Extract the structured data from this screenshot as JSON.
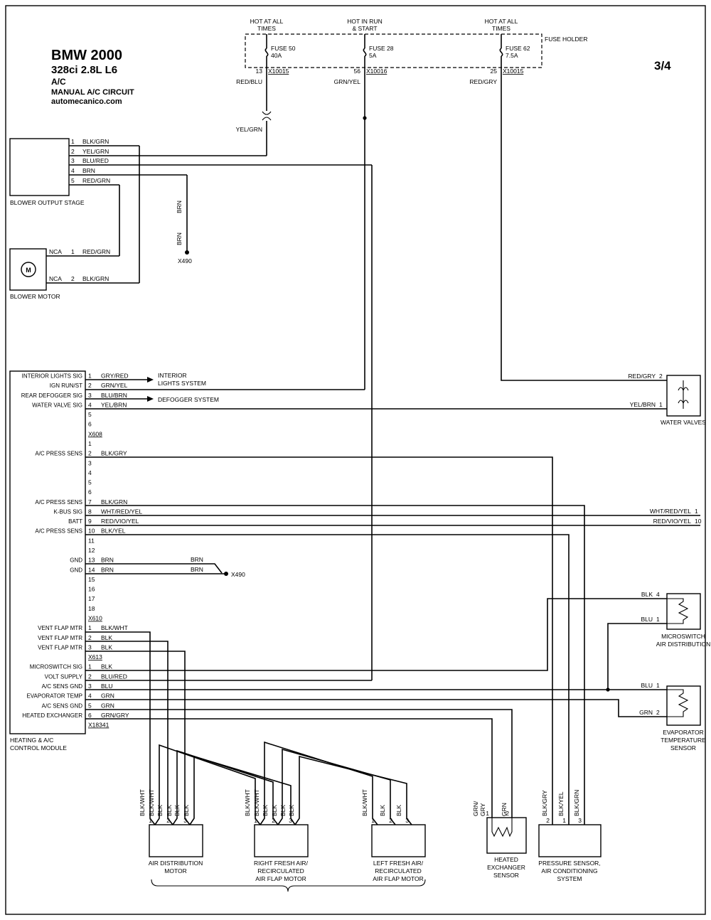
{
  "header": {
    "title": "BMW 2000",
    "engine": "328ci 2.8L L6",
    "system": "A/C",
    "circuit": "MANUAL A/C CIRCUIT",
    "site": "automecanico.com",
    "page": "3/4"
  },
  "power": {
    "fuse_holder": "FUSE HOLDER",
    "yel_grn": "YEL/GRN",
    "sources": [
      {
        "hot1": "HOT AT ALL",
        "hot2": "TIMES",
        "fuse": "FUSE 50",
        "amps": "40A",
        "pin": "13",
        "connector": "X10015",
        "wire": "RED/BLU"
      },
      {
        "hot1": "HOT IN RUN",
        "hot2": "& START",
        "fuse": "FUSE 28",
        "amps": "5A",
        "pin": "56",
        "connector": "X10016",
        "wire": "GRN/YEL"
      },
      {
        "hot1": "HOT AT ALL",
        "hot2": "TIMES",
        "fuse": "FUSE 62",
        "amps": "7.5A",
        "pin": "25",
        "connector": "X10015",
        "wire": "RED/GRY"
      }
    ]
  },
  "blower_output_stage": {
    "label": "BLOWER OUTPUT STAGE",
    "pins": [
      {
        "num": "1",
        "color": "BLK/GRN"
      },
      {
        "num": "2",
        "color": "YEL/GRN"
      },
      {
        "num": "3",
        "color": "BLU/RED"
      },
      {
        "num": "4",
        "color": "BRN"
      },
      {
        "num": "5",
        "color": "RED/GRN"
      }
    ]
  },
  "blower_motor": {
    "label": "BLOWER MOTOR",
    "symbol": "M",
    "pins": [
      {
        "nca": "NCA",
        "num": "1",
        "color": "RED/GRN"
      },
      {
        "nca": "NCA",
        "num": "2",
        "color": "BLK/GRN"
      }
    ]
  },
  "grounds": {
    "brn_vertical_1": "BRN",
    "brn_vertical_2": "BRN",
    "x490_left": "X490",
    "gnd_brn_13": "BRN",
    "gnd_brn_14": "BRN",
    "x490_module": "X490"
  },
  "systems": {
    "interior1": "INTERIOR",
    "interior2": "LIGHTS SYSTEM",
    "defogger": "DEFOGGER SYSTEM"
  },
  "control_module": {
    "label1": "HEATING & A/C",
    "label2": "CONTROL MODULE",
    "rows": [
      {
        "sig": "INTERIOR LIGHTS SIG",
        "num": "1",
        "color": "GRY/RED"
      },
      {
        "sig": "IGN RUN/ST",
        "num": "2",
        "color": "GRN/YEL"
      },
      {
        "sig": "REAR DEFOGGER SIG",
        "num": "3",
        "color": "BLU/BRN"
      },
      {
        "sig": "WATER VALVE SIG",
        "num": "4",
        "color": "YEL/BRN"
      },
      {
        "num": "5"
      },
      {
        "num": "6"
      },
      {
        "conn": "X608"
      },
      {
        "num": "1"
      },
      {
        "sig": "A/C PRESS SENS",
        "num": "2",
        "color": "BLK/GRY"
      },
      {
        "num": "3"
      },
      {
        "num": "4"
      },
      {
        "num": "5"
      },
      {
        "num": "6"
      },
      {
        "sig": "A/C PRESS SENS",
        "num": "7",
        "color": "BLK/GRN"
      },
      {
        "sig": "K-BUS SIG",
        "num": "8",
        "color": "WHT/RED/YEL"
      },
      {
        "sig": "BATT",
        "num": "9",
        "color": "RED/VIO/YEL"
      },
      {
        "sig": "A/C PRESS SENS",
        "num": "10",
        "color": "BLK/YEL"
      },
      {
        "num": "11"
      },
      {
        "num": "12"
      },
      {
        "sig": "GND",
        "num": "13",
        "color": "BRN"
      },
      {
        "sig": "GND",
        "num": "14",
        "color": "BRN"
      },
      {
        "num": "15"
      },
      {
        "num": "16"
      },
      {
        "num": "17"
      },
      {
        "num": "18"
      },
      {
        "conn": "X610"
      },
      {
        "sig": "VENT FLAP MTR",
        "num": "1",
        "color": "BLK/WHT"
      },
      {
        "sig": "VENT FLAP MTR",
        "num": "2",
        "color": "BLK"
      },
      {
        "sig": "VENT FLAP MTR",
        "num": "3",
        "color": "BLK"
      },
      {
        "conn": "X613"
      },
      {
        "sig": "MICROSWITCH SIG",
        "num": "1",
        "color": "BLK"
      },
      {
        "sig": "VOLT SUPPLY",
        "num": "2",
        "color": "BLU/RED"
      },
      {
        "sig": "A/C SENS GND",
        "num": "3",
        "color": "BLU"
      },
      {
        "sig": "EVAPORATOR TEMP",
        "num": "4",
        "color": "GRN"
      },
      {
        "sig": "A/C SENS GND",
        "num": "5",
        "color": "GRN"
      },
      {
        "sig": "HEATED EXCHANGER",
        "num": "6",
        "color": "GRN/GRY"
      },
      {
        "conn": "X18341"
      }
    ]
  },
  "right_edge": {
    "wht_red_yel": "WHT/RED/YEL",
    "n1": "1",
    "red_vio_yel": "RED/VIO/YEL",
    "n10": "10"
  },
  "water_valves": {
    "label": "WATER VALVES",
    "pin2_color": "RED/GRY",
    "pin2": "2",
    "pin1_color": "YEL/BRN",
    "pin1": "1"
  },
  "microswitch": {
    "label1": "MICROSWITCH",
    "label2": "AIR DISTRIBUTION",
    "pin4_color": "BLK",
    "pin4": "4",
    "pin1_color": "BLU",
    "pin1": "1"
  },
  "evaporator": {
    "label1": "EVAPORATOR",
    "label2": "TEMPERATURE",
    "label3": "SENSOR",
    "pin1_color": "BLU",
    "pin1": "1",
    "pin2_color": "GRN",
    "pin2": "2"
  },
  "air_dist_motor": {
    "label1": "AIR DISTRIBUTION",
    "label2": "MOTOR",
    "pins": [
      "1",
      "2",
      "3"
    ],
    "wires": [
      "BLK/WHT",
      "BLK/WHT",
      "BLK",
      "BLK",
      "BLK",
      "BLK"
    ]
  },
  "right_flap_motor": {
    "label1": "RIGHT FRESH AIR/",
    "label2": "RECIRCULATED",
    "label3": "AIR FLAP MOTOR",
    "pins": [
      "1",
      "2",
      "3"
    ],
    "wires": [
      "BLK/WHT",
      "BLK/WHT",
      "BLK",
      "BLK",
      "BLK",
      "BLK"
    ]
  },
  "left_flap_motor": {
    "label1": "LEFT FRESH AIR/",
    "label2": "RECIRCULATED",
    "label3": "AIR FLAP MOTOR",
    "pins": [
      "1",
      "2",
      "3"
    ],
    "wires": [
      "BLK/WHT",
      "BLK",
      "BLK"
    ]
  },
  "heated_exchanger": {
    "label1": "HEATED",
    "label2": "EXCHANGER",
    "label3": "SENSOR",
    "pins": [
      "1",
      "2"
    ],
    "wire1a": "GRN/",
    "wire1b": "GRY",
    "wire2": "GRN"
  },
  "pressure_sensor": {
    "label1": "PRESSURE SENSOR,",
    "label2": "AIR CONDITIONING",
    "label3": "SYSTEM",
    "pins": [
      "2",
      "1",
      "3"
    ],
    "wires": [
      "BLK/GRY",
      "BLK/YEL",
      "BLK/GRN"
    ]
  }
}
